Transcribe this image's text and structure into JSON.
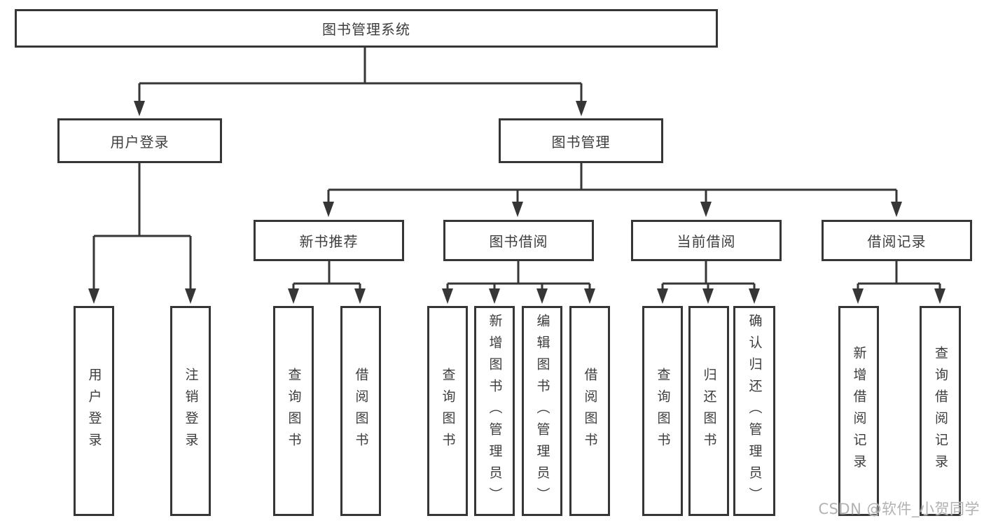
{
  "colors": {
    "line": "#363636",
    "box_border": "#363636",
    "text": "#3d3d3d",
    "watermark": "#b2b2b2",
    "background": "#ffffff"
  },
  "nodes": {
    "root": {
      "label": "图书管理系统"
    },
    "level1": [
      {
        "label": "用户登录"
      },
      {
        "label": "图书管理"
      }
    ],
    "level2": [
      {
        "label": "新书推荐"
      },
      {
        "label": "图书借阅"
      },
      {
        "label": "当前借阅"
      },
      {
        "label": "借阅记录"
      }
    ],
    "leaves": [
      {
        "label": "用户登录"
      },
      {
        "label": "注销登录"
      },
      {
        "label": "查询图书"
      },
      {
        "label": "借阅图书"
      },
      {
        "label": "查询图书"
      },
      {
        "label": "新增图书（管理员）"
      },
      {
        "label": "编辑图书（管理员）"
      },
      {
        "label": "借阅图书"
      },
      {
        "label": "查询图书"
      },
      {
        "label": "归还图书"
      },
      {
        "label": "确认归还（管理员）"
      },
      {
        "label": "新增借阅记录"
      },
      {
        "label": "查询借阅记录"
      }
    ],
    "watermark": {
      "text": "CSDN @软件_小贺同学"
    }
  }
}
